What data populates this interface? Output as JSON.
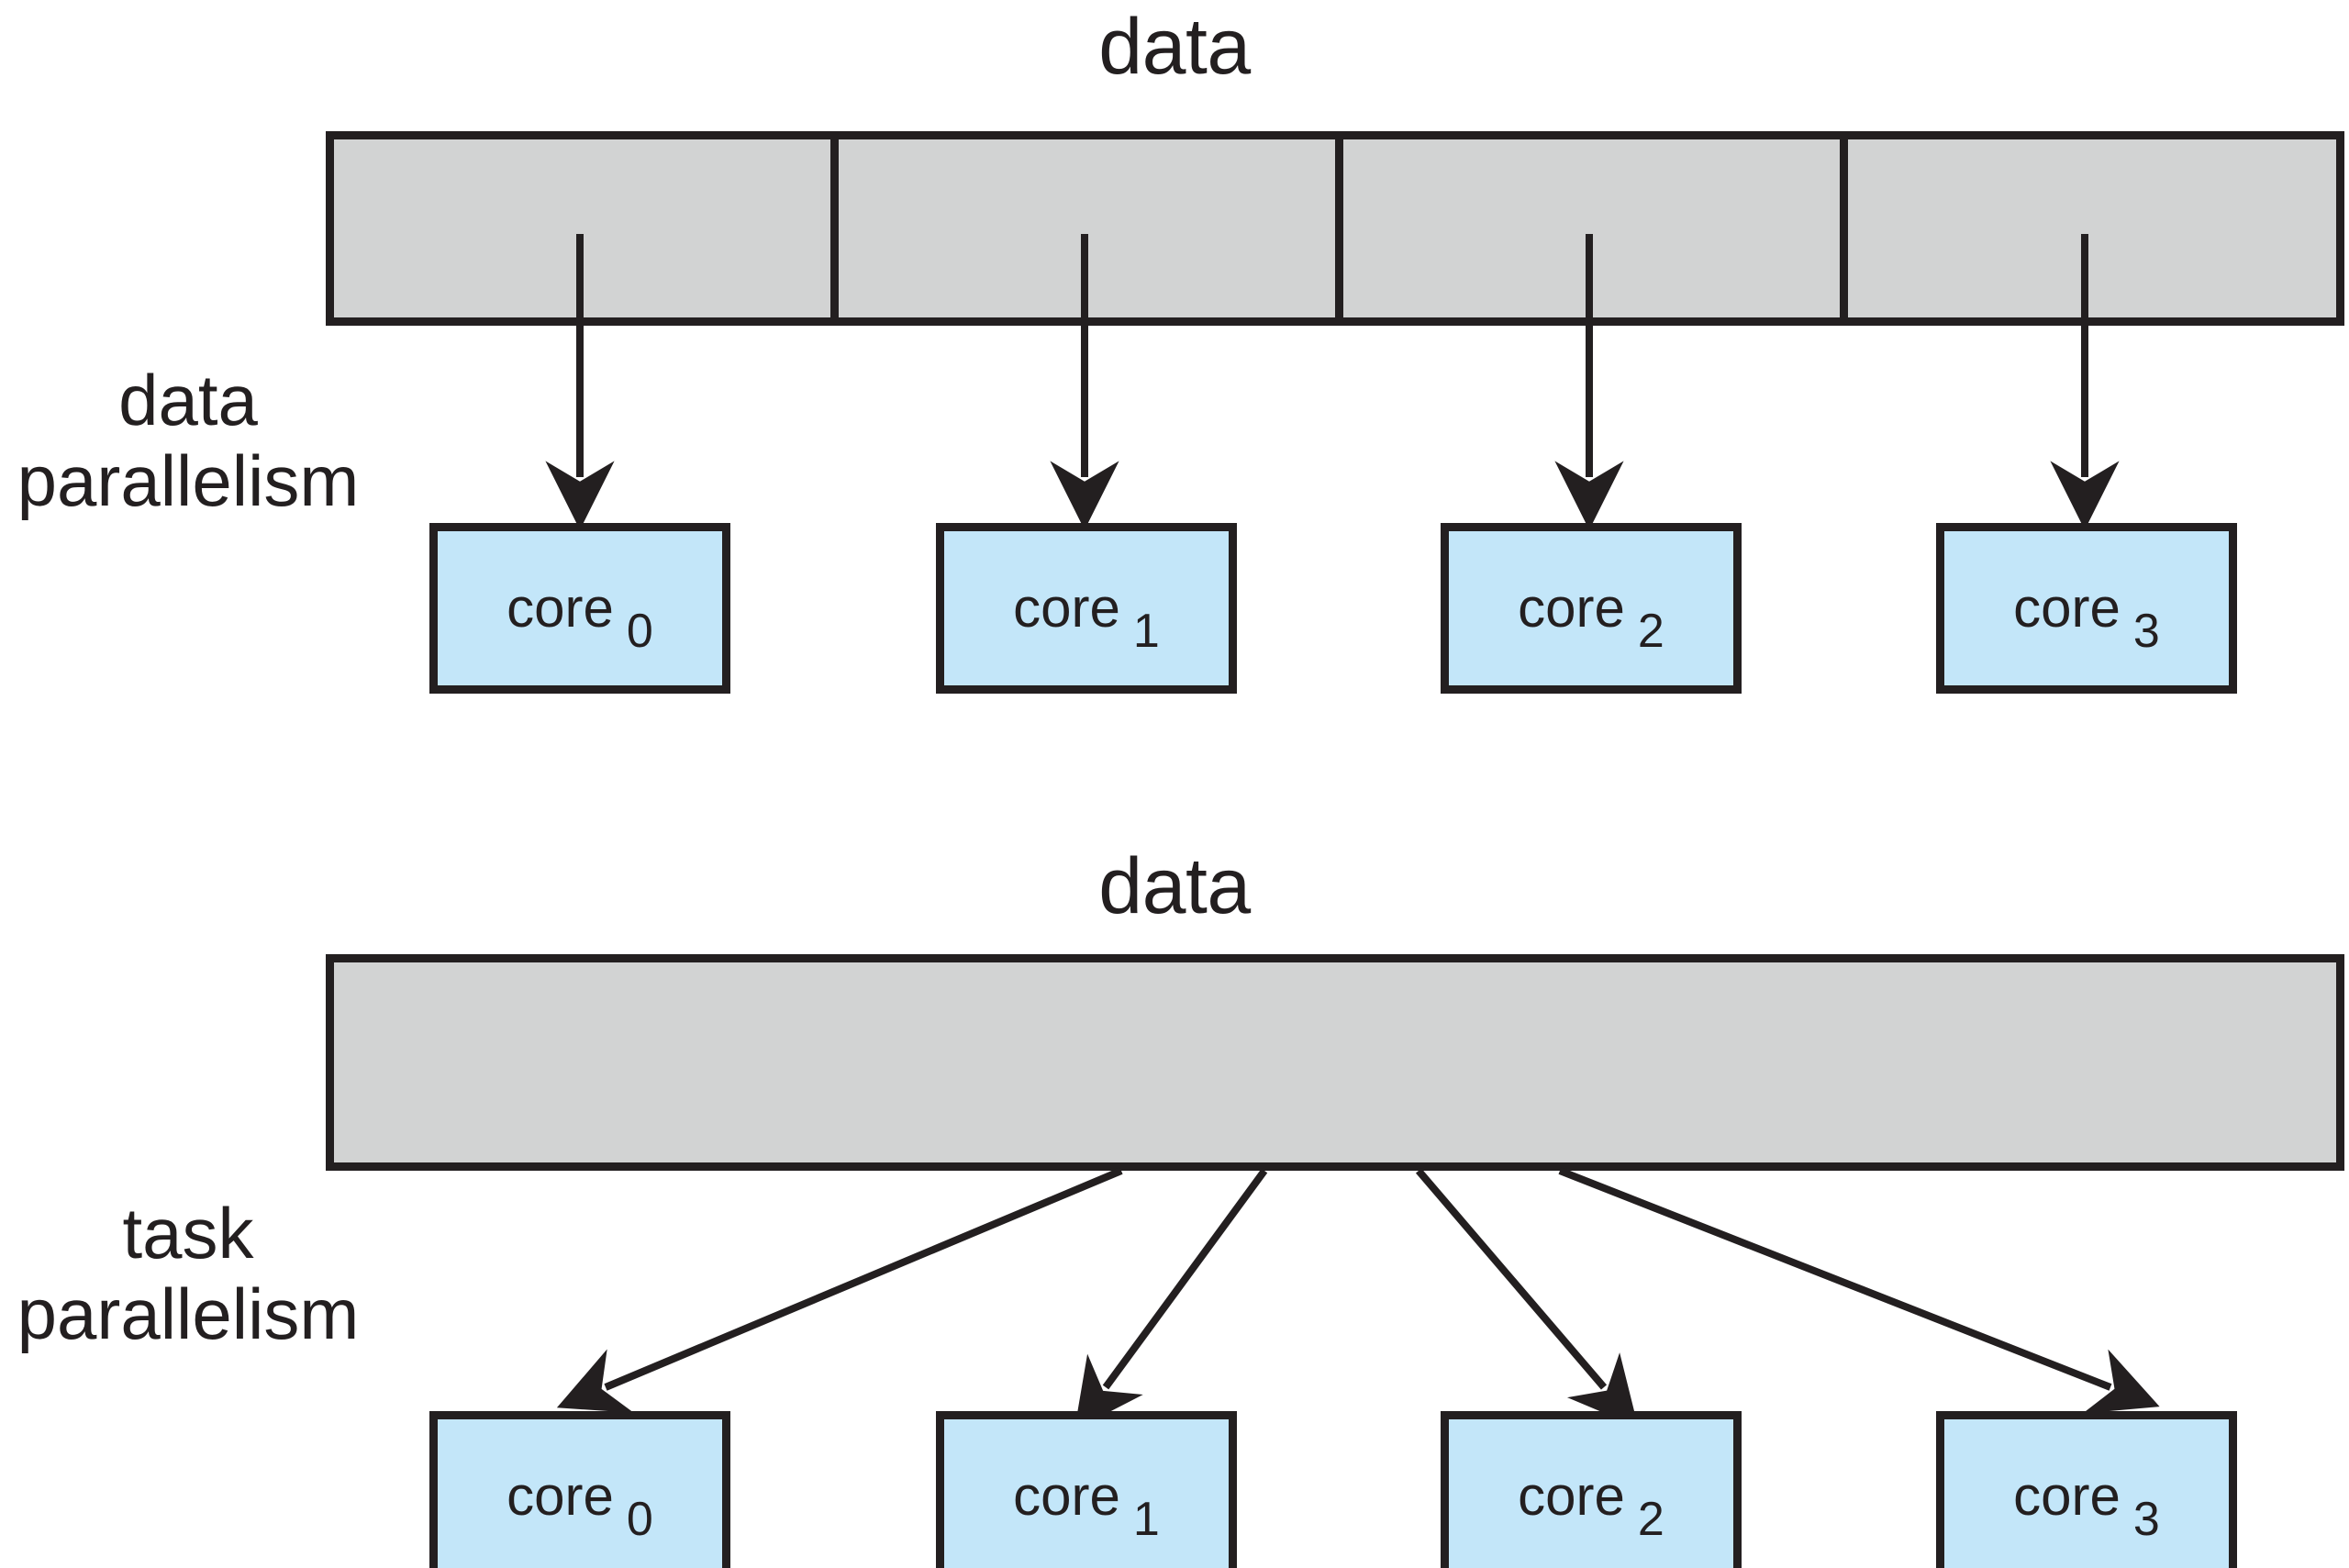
{
  "figure": {
    "background_color": "#ffffff",
    "ink_color": "#231f20",
    "data_bar_color": "#d2d3d3",
    "core_box_color": "#c3e6f9"
  },
  "sections": [
    {
      "id": "data-parallelism",
      "title": "data",
      "label_lines": [
        "data",
        "parallelism"
      ],
      "data_bar": {
        "segments": 4,
        "divided": true
      },
      "arrows": {
        "style": "vertical",
        "count": 4
      },
      "cores": [
        {
          "name": "core",
          "index": "0"
        },
        {
          "name": "core",
          "index": "1"
        },
        {
          "name": "core",
          "index": "2"
        },
        {
          "name": "core",
          "index": "3"
        }
      ]
    },
    {
      "id": "task-parallelism",
      "title": "data",
      "label_lines": [
        "task",
        "parallelism"
      ],
      "data_bar": {
        "segments": 1,
        "divided": false
      },
      "arrows": {
        "style": "fan",
        "count": 4
      },
      "cores": [
        {
          "name": "core",
          "index": "0"
        },
        {
          "name": "core",
          "index": "1"
        },
        {
          "name": "core",
          "index": "2"
        },
        {
          "name": "core",
          "index": "3"
        }
      ]
    }
  ]
}
